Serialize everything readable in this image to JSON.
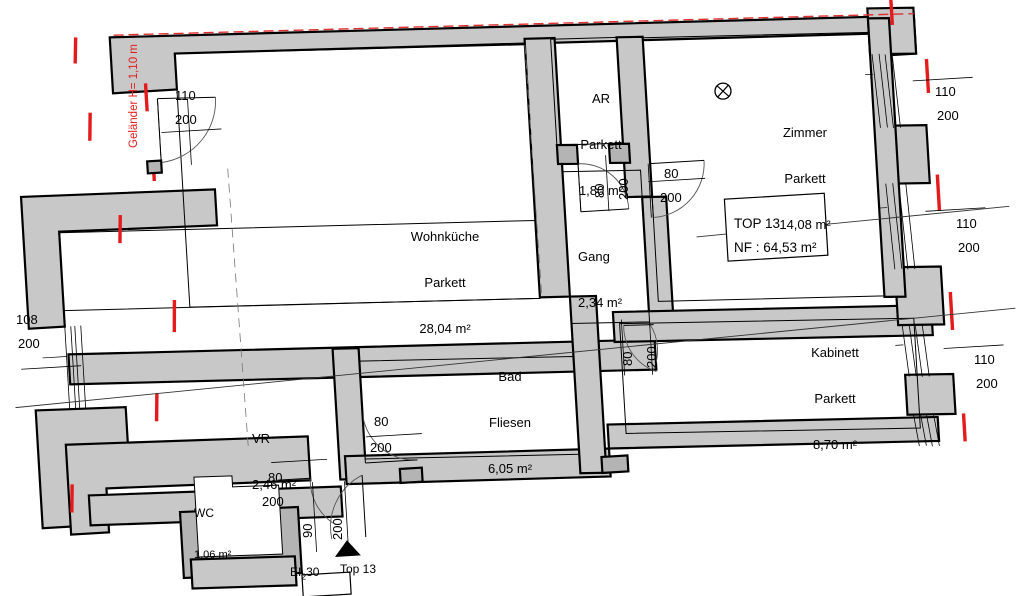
{
  "drawing": {
    "kind": "architectural-floor-plan",
    "unit_label": "m²",
    "rotation_note": "plan drawn slightly rotated",
    "colors": {
      "wall_fill": "#c8c8c8",
      "wall_fill_dark": "#b4b4b4",
      "outline": "#000000",
      "room_fill": "#ffffff",
      "red_marker": "#e51b1b",
      "section_line": "#333333"
    }
  },
  "unit_box": {
    "line1": "TOP 13",
    "line2": "NF : 64,53 m²"
  },
  "rooms": [
    {
      "id": "wohnkueche",
      "name": "Wohnküche",
      "floor": "Parkett",
      "area": "28,04 m²"
    },
    {
      "id": "ar",
      "name": "AR",
      "floor": "Parkett",
      "area": "1,80 m²"
    },
    {
      "id": "zimmer",
      "name": "Zimmer",
      "floor": "Parkett",
      "area": "14,08 m²"
    },
    {
      "id": "gang",
      "name": "Gang",
      "floor": "",
      "area": "2,34 m²"
    },
    {
      "id": "bad",
      "name": "Bad",
      "floor": "Fliesen",
      "area": "6,05 m²"
    },
    {
      "id": "kabinett",
      "name": "Kabinett",
      "floor": "Parkett",
      "area": "8,70 m²"
    },
    {
      "id": "vr",
      "name": "VR",
      "floor": "",
      "area": "2,46 m²"
    },
    {
      "id": "wc",
      "name": "WC",
      "floor": "",
      "area": "1,06 m²"
    }
  ],
  "openings": [
    {
      "id": "door-wohnkueche-entry",
      "kind": "door",
      "width": "110",
      "height": "200",
      "orientation": "horizontal"
    },
    {
      "id": "window-top-right",
      "kind": "window",
      "width": "110",
      "height": "200",
      "orientation": "horizontal"
    },
    {
      "id": "window-right-middle",
      "kind": "window",
      "width": "110",
      "height": "200",
      "orientation": "horizontal"
    },
    {
      "id": "window-right-lower",
      "kind": "window",
      "width": "110",
      "height": "200",
      "orientation": "horizontal"
    },
    {
      "id": "window-left",
      "kind": "window",
      "width": "108",
      "height": "200",
      "orientation": "horizontal"
    },
    {
      "id": "door-ar",
      "kind": "door",
      "width": "80",
      "height": "200",
      "orientation": "vertical"
    },
    {
      "id": "door-zimmer",
      "kind": "door",
      "width": "80",
      "height": "200",
      "orientation": "horizontal"
    },
    {
      "id": "door-kabinett",
      "kind": "door",
      "width": "80",
      "height": "200",
      "orientation": "vertical"
    },
    {
      "id": "door-bad",
      "kind": "door",
      "width": "80",
      "height": "200",
      "orientation": "horizontal"
    },
    {
      "id": "door-wc",
      "kind": "door",
      "width": "80",
      "height": "200",
      "orientation": "horizontal"
    },
    {
      "id": "door-entrance",
      "kind": "door",
      "width": "90",
      "height": "200",
      "orientation": "vertical"
    }
  ],
  "annotations": {
    "railing": "Geländer H= 1,10 m",
    "entrance_fire_rating_prefix": "EI",
    "entrance_fire_rating_sub": "2",
    "entrance_fire_rating_suffix": "30",
    "entrance_unit_label": "Top 13",
    "vent_symbol": "⊗"
  }
}
